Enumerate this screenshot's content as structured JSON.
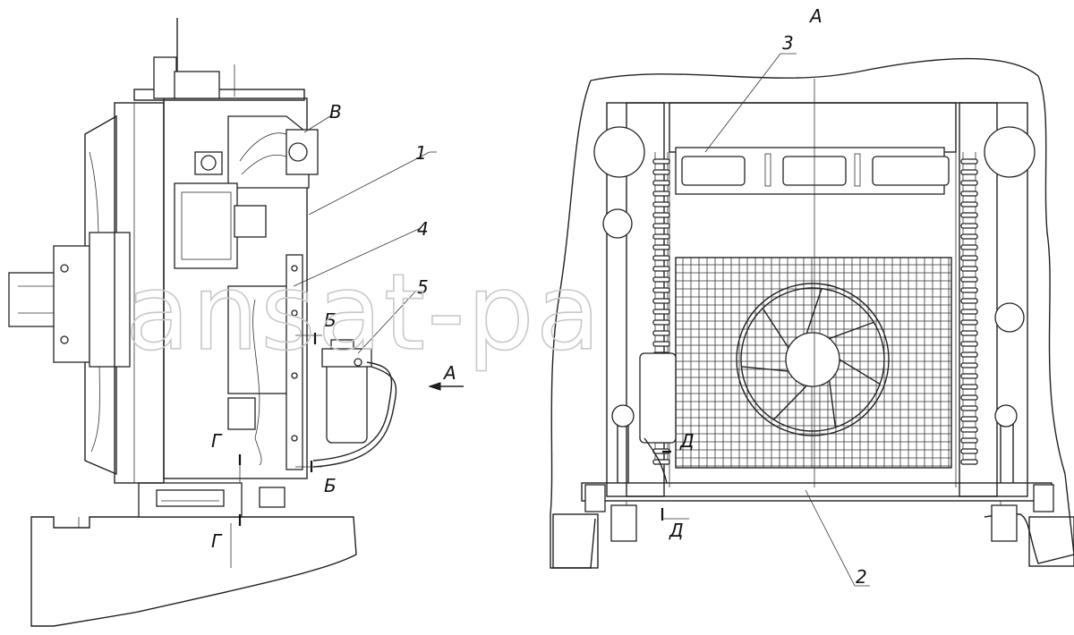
{
  "watermark": "ansat-pa",
  "side_view": {
    "callouts": {
      "c1": "1",
      "c4": "4",
      "c5": "5",
      "view_v": "В",
      "section_b_top": "Б",
      "section_b_bottom": "Б",
      "section_g_top": "Г",
      "section_g_bottom": "Г",
      "view_a_arrow": "А"
    }
  },
  "front_view": {
    "title": "А",
    "callouts": {
      "c2": "2",
      "c3": "3",
      "section_d_top": "Д",
      "section_d_bottom": "Д"
    }
  }
}
